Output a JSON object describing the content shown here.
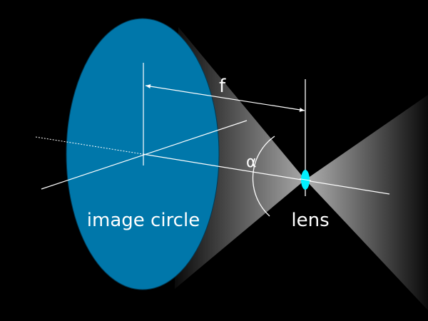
{
  "labels": {
    "focal_length": "f",
    "angle": "α",
    "image_circle": "image circle",
    "lens": "lens"
  },
  "colors": {
    "background": "#000000",
    "image_circle": "#0077aa",
    "lens": "#00f0ff",
    "lines": "#ffffff"
  }
}
